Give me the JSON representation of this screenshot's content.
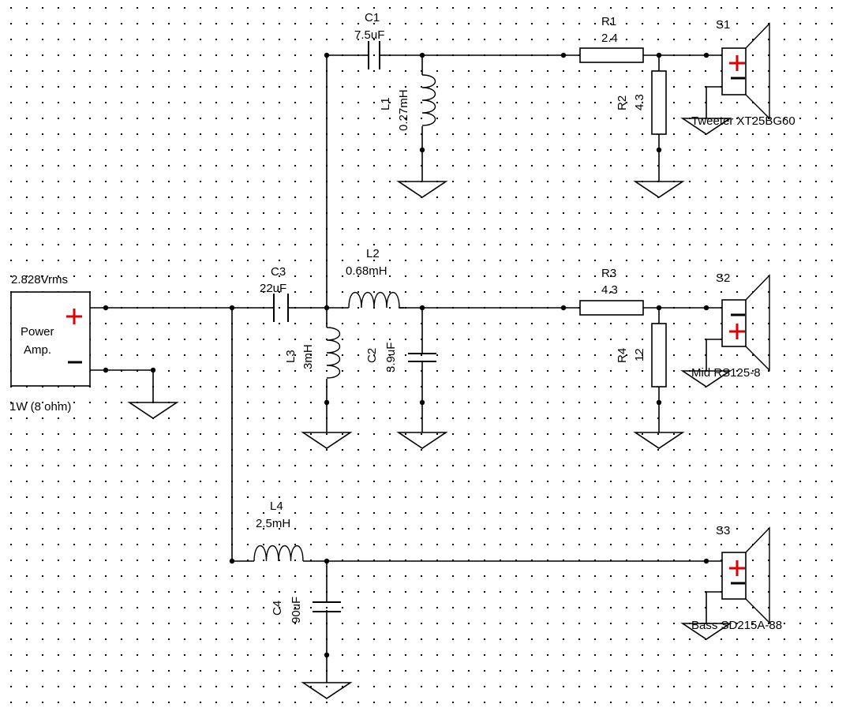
{
  "source": {
    "voltage": "2.828Vrms",
    "name_line1": "Power",
    "name_line2": "Amp.",
    "power": "1W (8 ohm)"
  },
  "C1": {
    "ref": "C1",
    "value": "7.5uF"
  },
  "L1": {
    "ref": "L1",
    "value": "0.27mH"
  },
  "R1": {
    "ref": "R1",
    "value": "2.4"
  },
  "R2": {
    "ref": "R2",
    "value": "4.3"
  },
  "S1": {
    "ref": "S1",
    "model": "Tweeter XT25BG60"
  },
  "C3": {
    "ref": "C3",
    "value": "22uF"
  },
  "L2": {
    "ref": "L2",
    "value": "0.68mH"
  },
  "L3": {
    "ref": "L3",
    "value": "3mH"
  },
  "C2": {
    "ref": "C2",
    "value": "3.9uF"
  },
  "R3": {
    "ref": "R3",
    "value": "4.3"
  },
  "R4": {
    "ref": "R4",
    "value": "12"
  },
  "S2": {
    "ref": "S2",
    "model": "Mid RS125-8"
  },
  "L4": {
    "ref": "L4",
    "value": "2.5mH"
  },
  "C4": {
    "ref": "C4",
    "value": "90uF"
  },
  "S3": {
    "ref": "S3",
    "model": "Bass SD215A-88"
  }
}
